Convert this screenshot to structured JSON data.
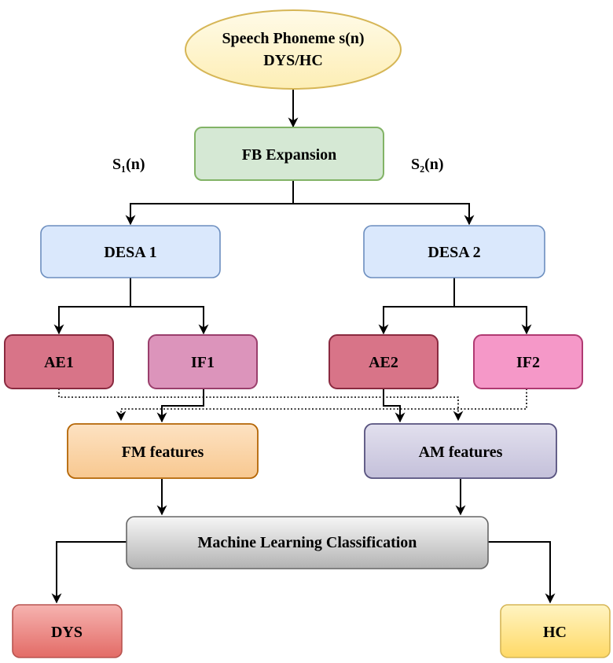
{
  "nodes": {
    "input": {
      "line1": "Speech Phoneme s(n)",
      "line2": "DYS/HC"
    },
    "fb": {
      "label": "FB Expansion"
    },
    "desa1": {
      "label": "DESA 1"
    },
    "desa2": {
      "label": "DESA 2"
    },
    "ae1": {
      "label": "AE1"
    },
    "if1": {
      "label": "IF1"
    },
    "ae2": {
      "label": "AE2"
    },
    "if2": {
      "label": "IF2"
    },
    "fm": {
      "label": "FM features"
    },
    "am": {
      "label": "AM features"
    },
    "ml": {
      "label": "Machine Learning Classification"
    },
    "dys": {
      "label": "DYS"
    },
    "hc": {
      "label": "HC"
    }
  },
  "edge_labels": {
    "s1": "S₁(n)",
    "s2": "S₂(n)"
  },
  "colors": {
    "input_fill": "#fdf3c8",
    "input_stroke": "#d6b656",
    "fb_fill": "#d5e8d4",
    "fb_stroke": "#82b366",
    "desa_fill": "#dae8fc",
    "desa_stroke": "#6c8ebf",
    "ae_fill": "#d87488",
    "ae_stroke": "#8a2a40",
    "if1_fill": "#dc94bb",
    "if1_stroke": "#9a3f6c",
    "if2_fill": "#f598c8",
    "if2_stroke": "#b03a72",
    "fm_fill": "#fad7ac",
    "fm_stroke": "#b46504",
    "am_fill": "#d0cee2",
    "am_stroke": "#56517e",
    "dys_fill": "#f19c99",
    "dys_stroke": "#b85450",
    "hc_fill": "#ffe57f",
    "hc_stroke": "#d6b656"
  }
}
